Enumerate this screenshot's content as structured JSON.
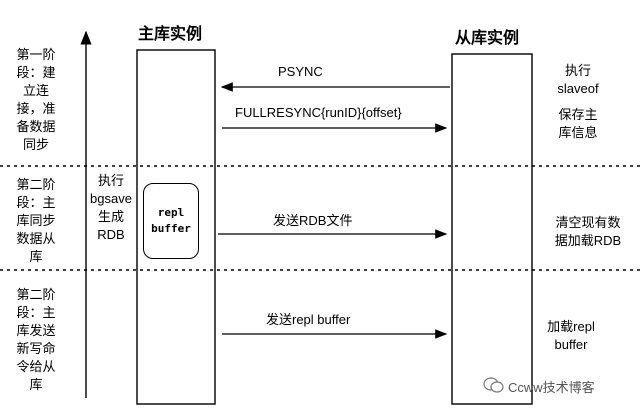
{
  "titles": {
    "master": "主库实例",
    "replica": "从库实例"
  },
  "stages": [
    [
      "第一阶",
      "段：建",
      "立连",
      "接，准",
      "备数据",
      "同步"
    ],
    [
      "第二阶",
      "段：主",
      "库同步",
      "数据从",
      "库"
    ],
    [
      "第二阶",
      "段：主",
      "库发送",
      "新写命",
      "令给从",
      "库"
    ]
  ],
  "master_actions": {
    "bgsave": [
      "执行",
      "bgsave",
      "生成",
      "RDB"
    ]
  },
  "repl_box": [
    "repl",
    "buffer"
  ],
  "messages": {
    "psync": "PSYNC",
    "fullresync": "FULLRESYNC{runID}{offset}",
    "send_rdb": "发送RDB文件",
    "send_repl": "发送repl buffer"
  },
  "replica_actions": {
    "slaveof": [
      "执行",
      "slaveof"
    ],
    "save_info": [
      "保存主",
      "库信息"
    ],
    "load_rdb": [
      "清空现有数",
      "据加载RDB"
    ],
    "load_repl": [
      "加载repl",
      "buffer"
    ]
  },
  "watermark": "Ccww技术博客",
  "colors": {
    "line": "#000000",
    "watermark": "#555555"
  }
}
